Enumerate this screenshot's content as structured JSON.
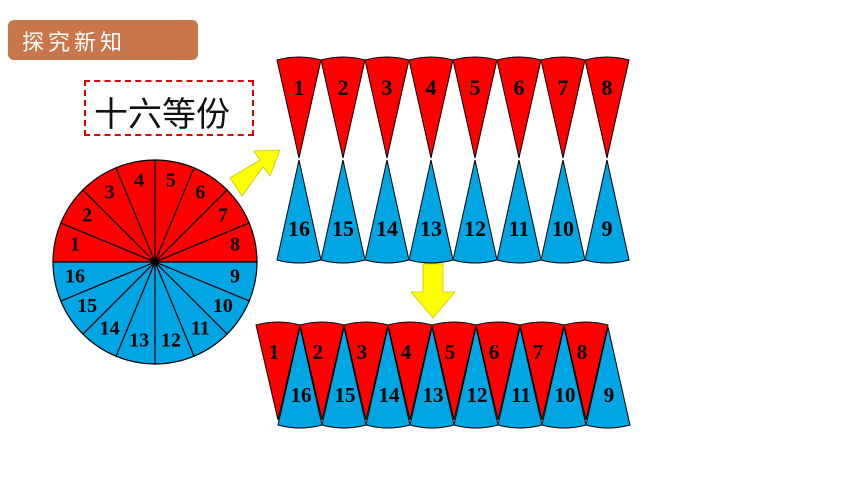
{
  "header": {
    "title": "探究新知"
  },
  "label": {
    "text": "十六等份"
  },
  "colors": {
    "top": "#ff0000",
    "bottom": "#00a6e4",
    "arrow": "#ffff00",
    "header_bg": "#c8764a",
    "label_border": "#e00000"
  },
  "sector_count": 16,
  "sector_labels": [
    "1",
    "2",
    "3",
    "4",
    "5",
    "6",
    "7",
    "8",
    "9",
    "10",
    "11",
    "12",
    "13",
    "14",
    "15",
    "16"
  ],
  "row_top_labels": [
    "1",
    "2",
    "3",
    "4",
    "5",
    "6",
    "7",
    "8"
  ],
  "row_bottom_labels": [
    "16",
    "15",
    "14",
    "13",
    "12",
    "11",
    "10",
    "9"
  ]
}
